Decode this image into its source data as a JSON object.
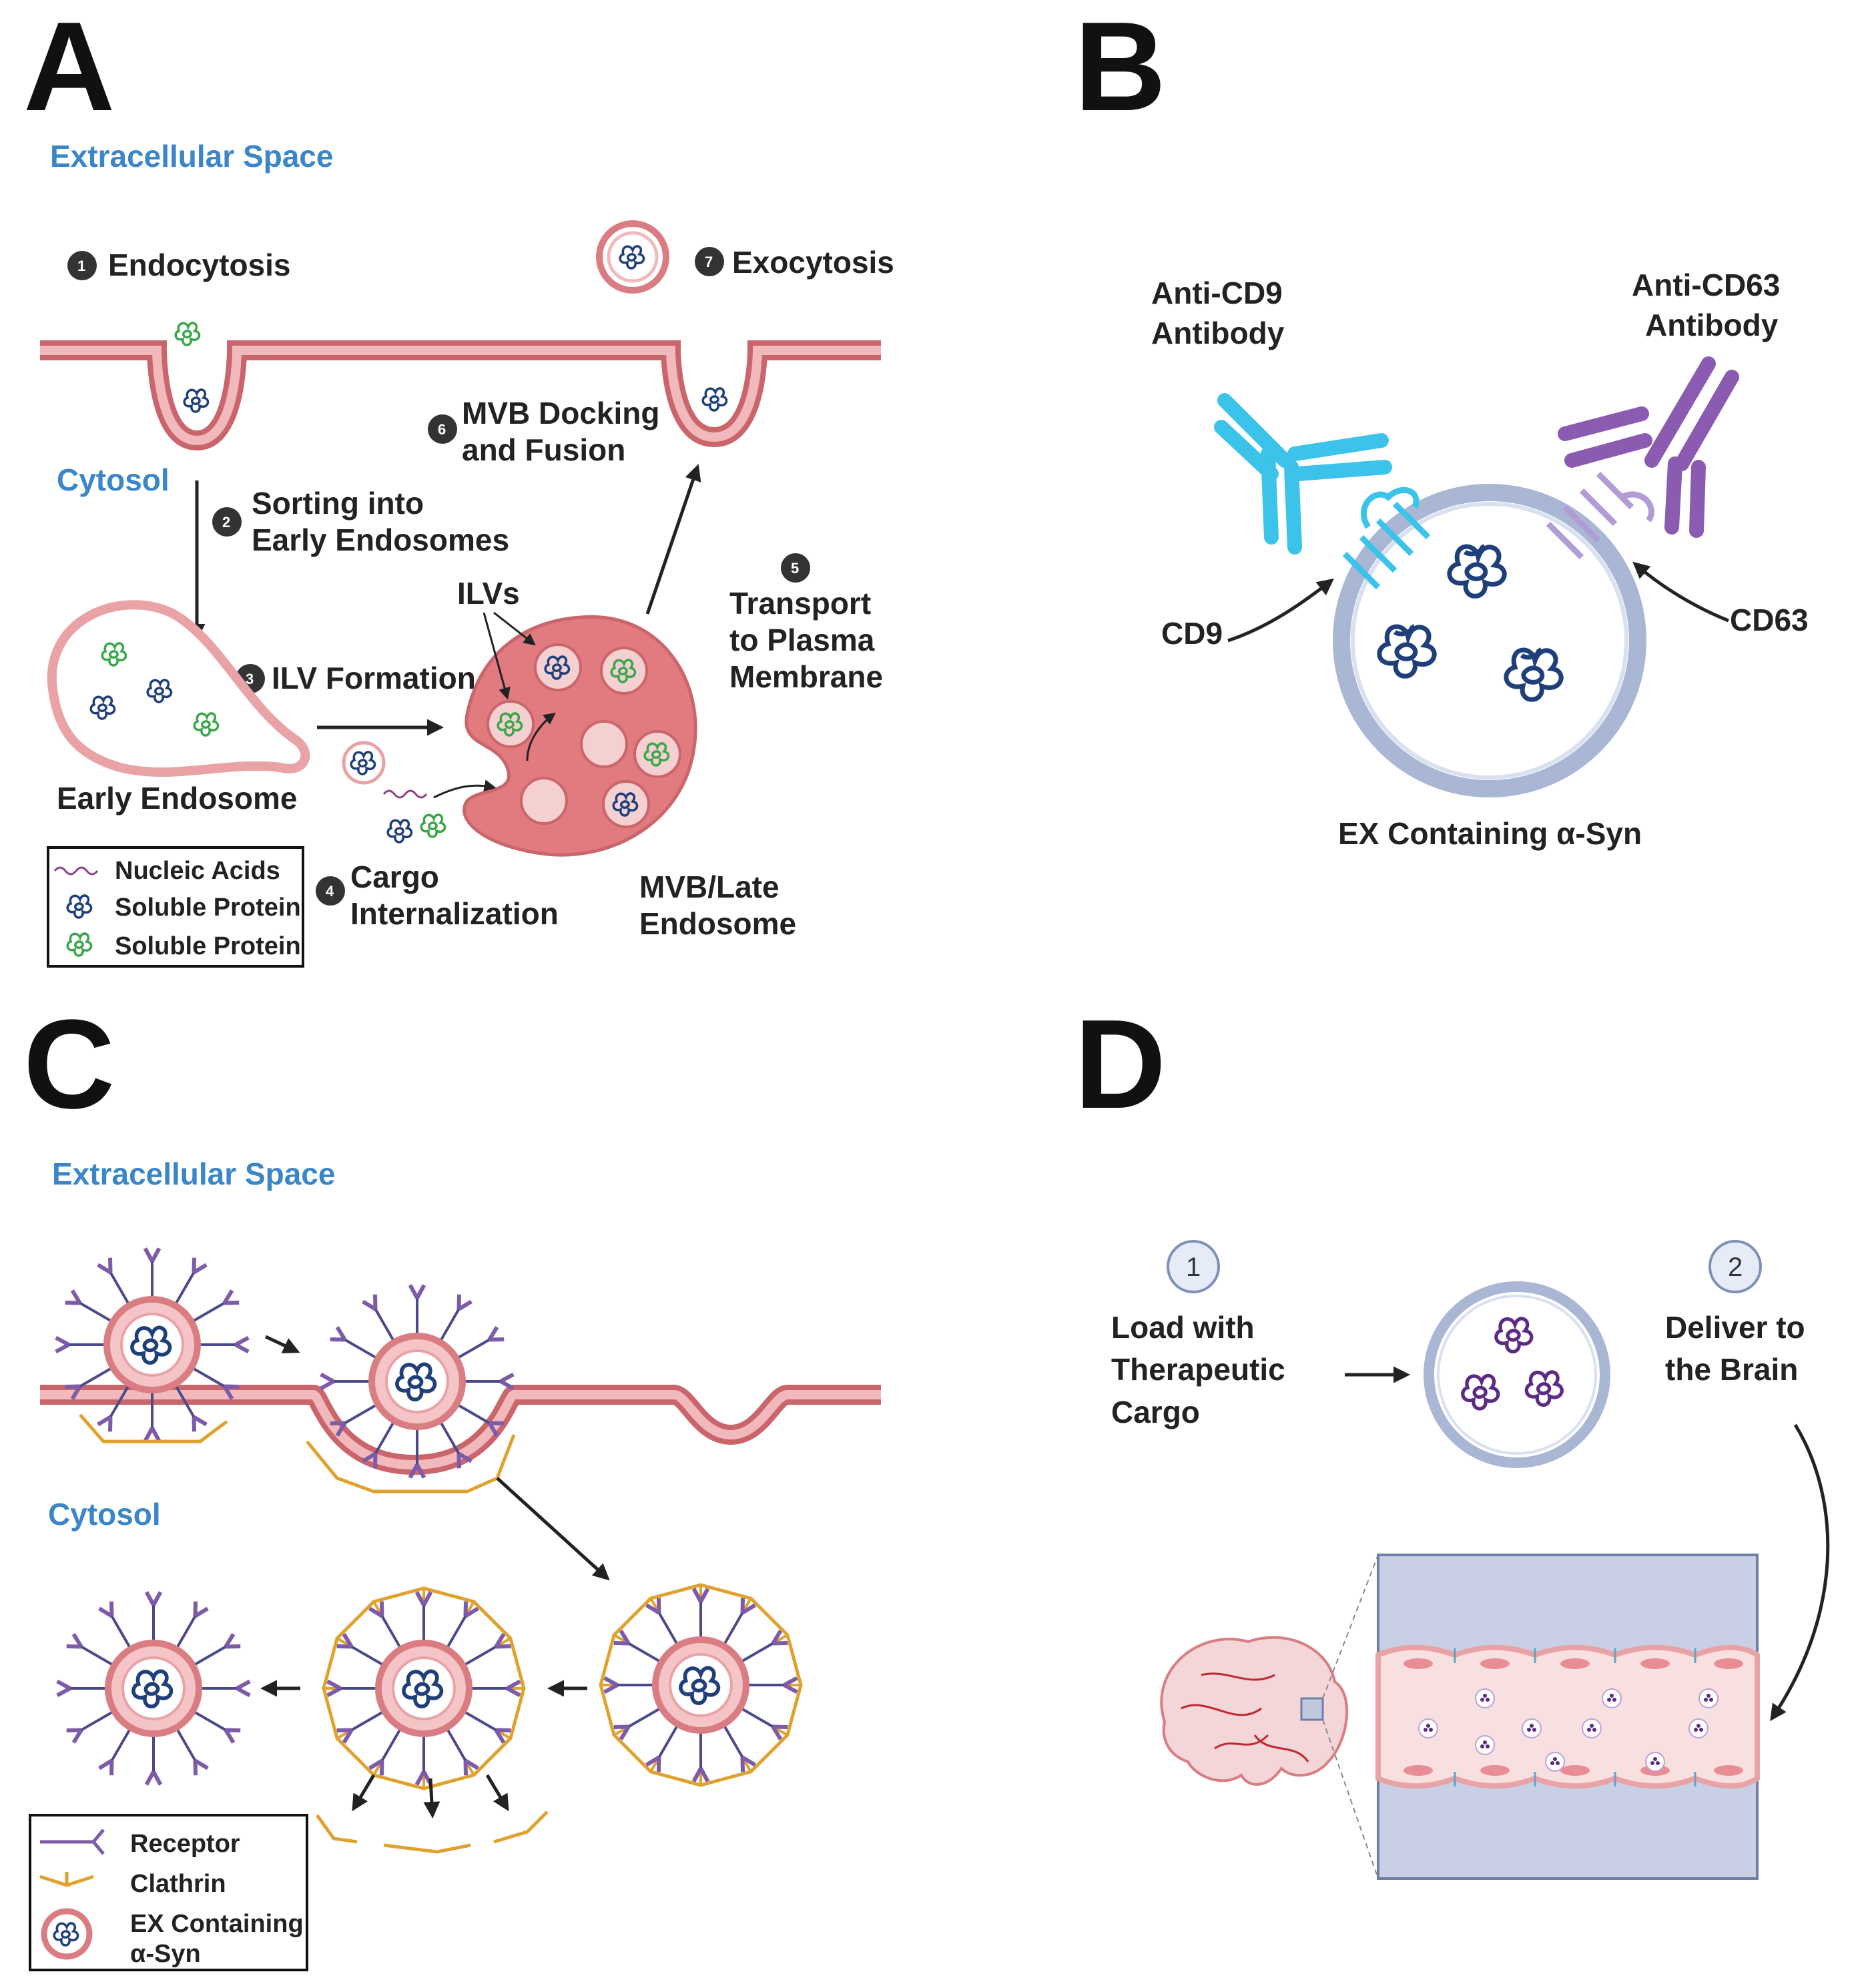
{
  "panels": {
    "A": {
      "letter": "A",
      "extracellular": "Extracellular Space",
      "cytosol": "Cytosol",
      "steps": [
        {
          "num": "1",
          "label": "Endocytosis"
        },
        {
          "num": "2",
          "line1": "Sorting into",
          "line2": "Early Endosomes"
        },
        {
          "num": "3",
          "label": "ILV Formation"
        },
        {
          "num": "4",
          "line1": "Cargo",
          "line2": "Internalization"
        },
        {
          "num": "5",
          "line1": "Transport",
          "line2": "to Plasma",
          "line3": "Membrane"
        },
        {
          "num": "6",
          "line1": "MVB Docking",
          "line2": "and Fusion"
        },
        {
          "num": "7",
          "label": "Exocytosis"
        }
      ],
      "ilvs": "ILVs",
      "early_endosome": "Early Endosome",
      "mvb_line1": "MVB/Late",
      "mvb_line2": "Endosome",
      "legend": [
        "Nucleic Acids",
        "Soluble Protein",
        "Soluble Protein"
      ]
    },
    "B": {
      "letter": "B",
      "anti_cd9_line1": "Anti-CD9",
      "anti_cd9_line2": "Antibody",
      "anti_cd63_line1": "Anti-CD63",
      "anti_cd63_line2": "Antibody",
      "cd9": "CD9",
      "cd63": "CD63",
      "caption": "EX Containing α-Syn"
    },
    "C": {
      "letter": "C",
      "extracellular": "Extracellular Space",
      "cytosol": "Cytosol",
      "legend": {
        "receptor": "Receptor",
        "clathrin": "Clathrin",
        "ex_line1": "EX Containing",
        "ex_line2": "α-Syn"
      }
    },
    "D": {
      "letter": "D",
      "step1_num": "1",
      "step1_line1": "Load with",
      "step1_line2": "Therapeutic",
      "step1_line3": "Cargo",
      "step2_num": "2",
      "step2_line1": "Deliver to",
      "step2_line2": "the Brain"
    }
  },
  "colors": {
    "membrane": "#e9a3a6",
    "membrane_edge": "#c9656b",
    "mvb": "#e27b80",
    "region_blue": "#3a86c9",
    "antibody_cd9": "#3cc3ea",
    "antibody_cd63": "#8a5bb0",
    "receptor": "#7e5ba8",
    "clathrin": "#e0a22e",
    "protein_blue": "#1f3f7a",
    "protein_green": "#3aa64a",
    "vesicle_ring": "#a9b7d4"
  }
}
